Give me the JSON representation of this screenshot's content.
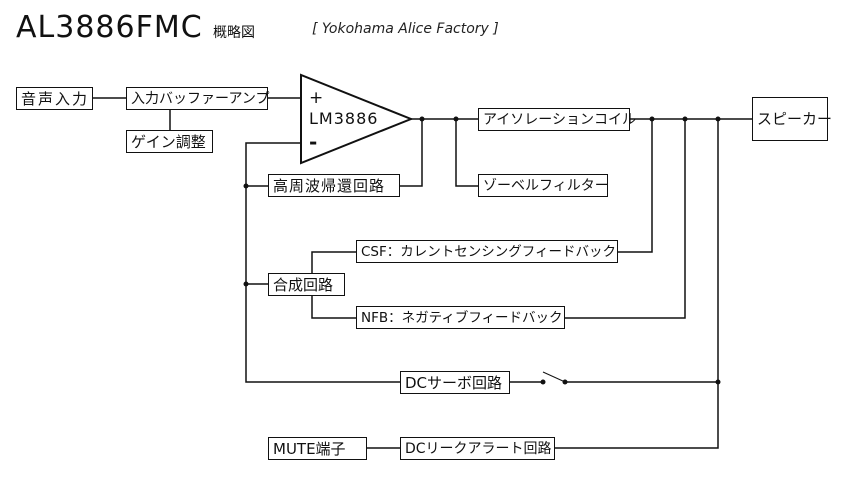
{
  "header": {
    "title": "AL3886FMC",
    "subtitle": "概略図",
    "credit": "[ Yokohama Alice Factory ]"
  },
  "amplifier": {
    "plus": "+",
    "minus": "-",
    "label": "LM3886"
  },
  "blocks": {
    "audio_input": "音声入力",
    "input_buffer": "入力バッファーアンプ",
    "gain_adjust": "ゲイン調整",
    "hf_feedback": "高周波帰還回路",
    "isolation_coil": "アイソレーションコイル",
    "zobel_filter": "ゾーベルフィルター",
    "speaker": "スピーカー",
    "csf": "CSF：カレントセンシングフィードバック",
    "combiner": "合成回路",
    "nfb": "NFB：ネガティブフィードバック",
    "dc_servo": "DCサーボ回路",
    "mute_terminal": "MUTE端子",
    "dc_leak_alert": "DCリークアラート回路"
  },
  "colors": {
    "line": "#111111",
    "background": "#ffffff"
  }
}
